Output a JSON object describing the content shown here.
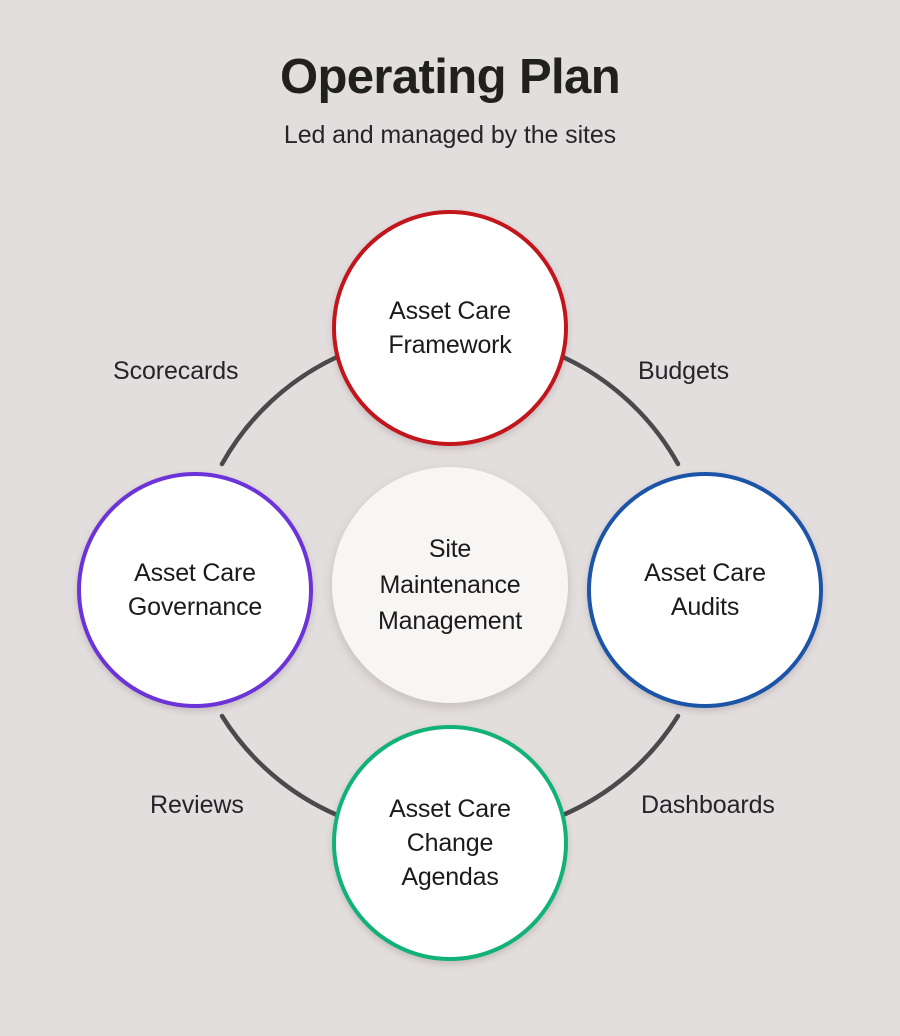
{
  "header": {
    "title": "Operating Plan",
    "subtitle": "Led and managed by the sites"
  },
  "diagram": {
    "type": "cycle-diagram",
    "background_color": "#e3dede",
    "center": {
      "label": "Site\nMaintenance\nManagement",
      "fill_color": "#f7f6f5",
      "border_color": "none"
    },
    "nodes": [
      {
        "position": "top",
        "label": "Asset Care\nFramework",
        "border_color": "#c2161c",
        "fill_color": "#ffffff"
      },
      {
        "position": "left",
        "label": "Asset Care\nGovernance",
        "border_color": "#6c33d9",
        "fill_color": "#ffffff"
      },
      {
        "position": "right",
        "label": "Asset Care\nAudits",
        "border_color": "#1c55a8",
        "fill_color": "#ffffff"
      },
      {
        "position": "bottom",
        "label": "Asset Care\nChange\nAgendas",
        "border_color": "#11b277",
        "fill_color": "#ffffff"
      }
    ],
    "connectors": [
      {
        "label": "Scorecards",
        "from": "left",
        "to": "top",
        "side": "upper-left",
        "color": "#4a4a4a"
      },
      {
        "label": "Budgets",
        "from": "top",
        "to": "right",
        "side": "upper-right",
        "color": "#4a4a4a"
      },
      {
        "label": "Reviews",
        "from": "bottom",
        "to": "left",
        "side": "lower-left",
        "color": "#4a4a4a"
      },
      {
        "label": "Dashboards",
        "from": "right",
        "to": "bottom",
        "side": "lower-right",
        "color": "#4a4a4a"
      }
    ]
  }
}
